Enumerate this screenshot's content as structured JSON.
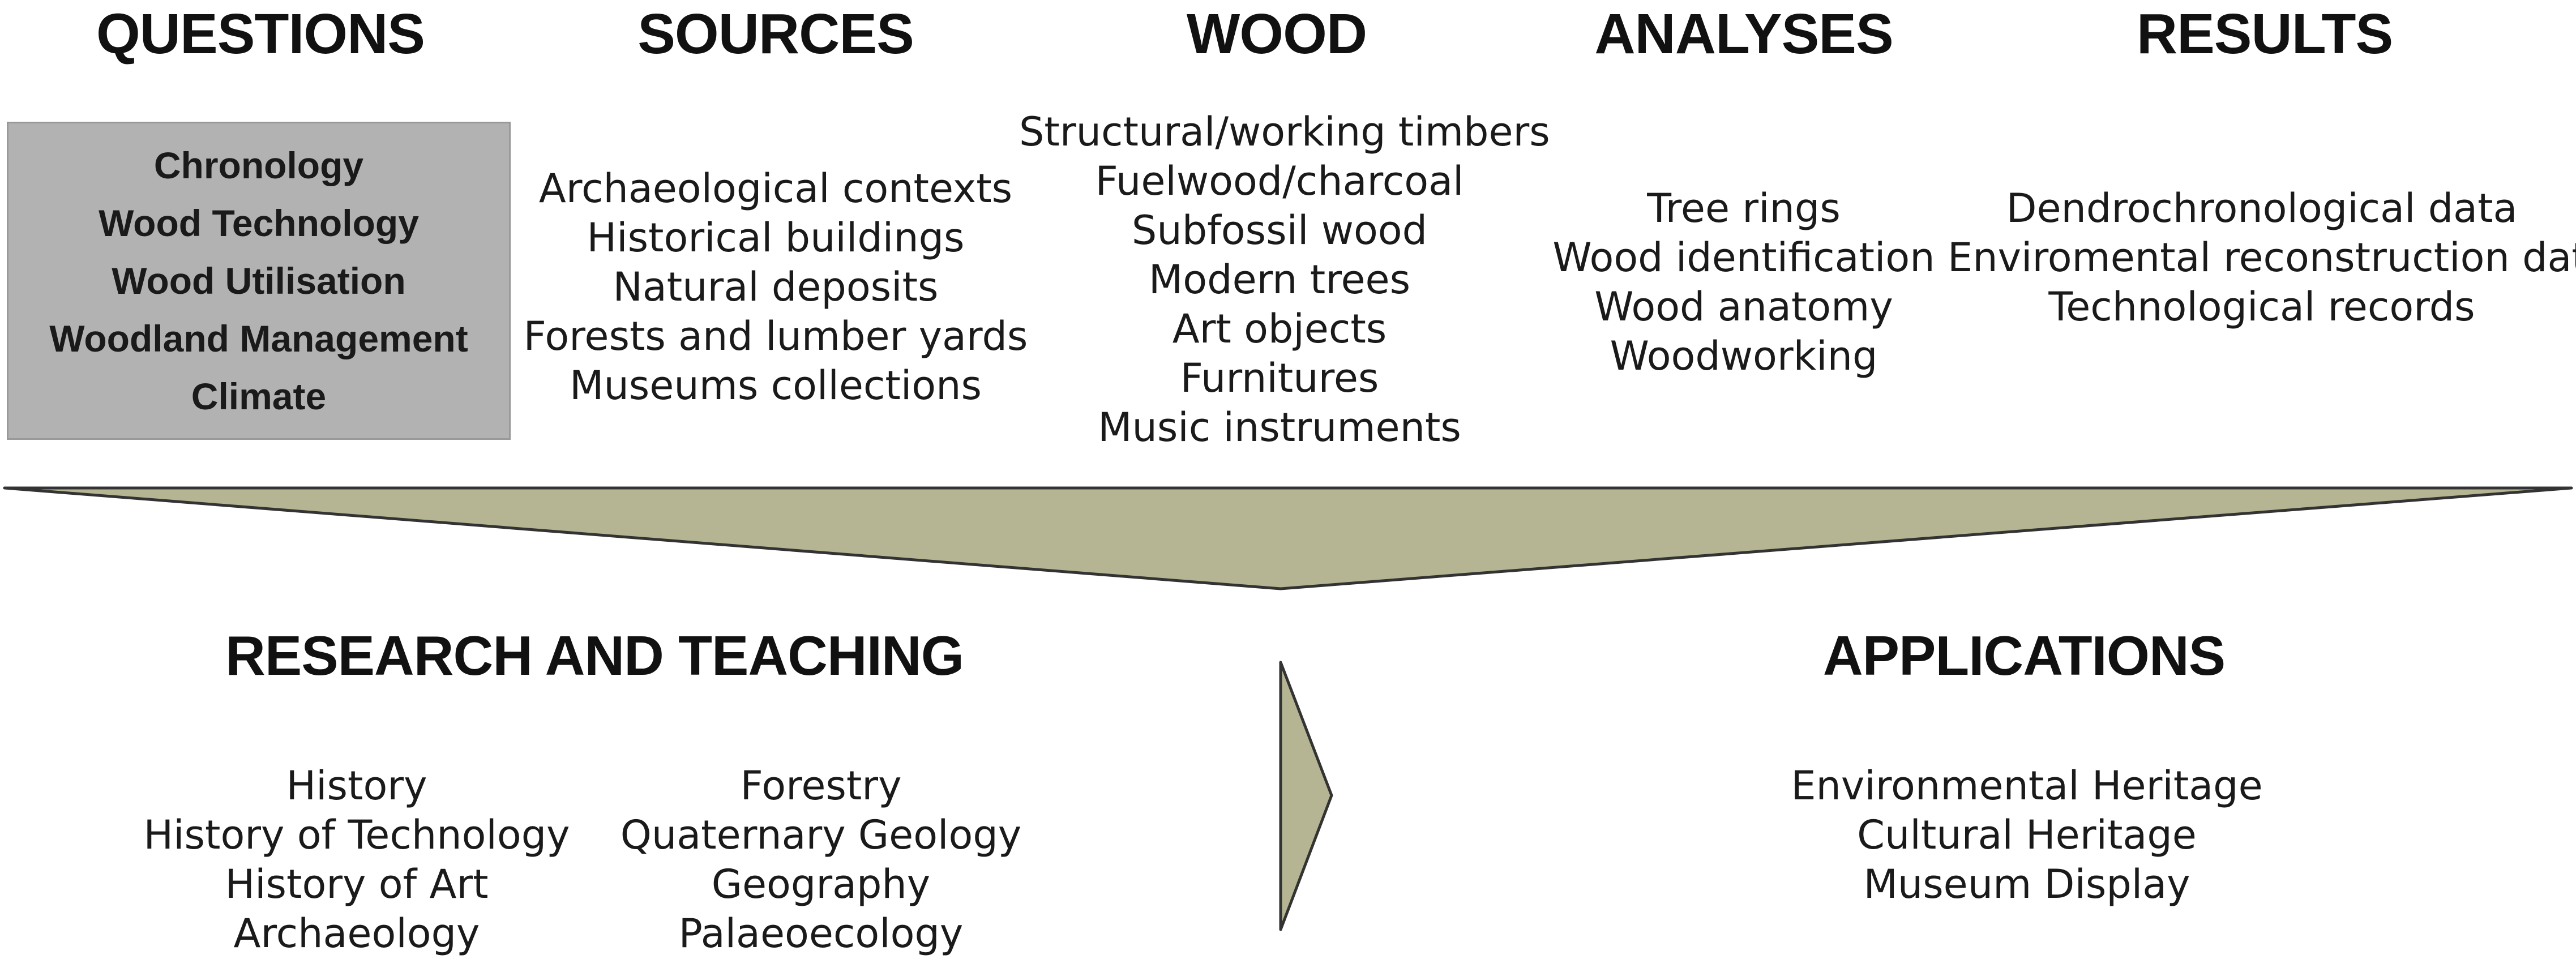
{
  "headings": {
    "questions": "QUESTIONS",
    "sources": "SOURCES",
    "wood": "WOOD",
    "analyses": "ANALYSES",
    "results": "RESULTS",
    "research_teaching": "RESEARCH AND TEACHING",
    "applications": "APPLICATIONS"
  },
  "questions": [
    "Chronology",
    "Wood Technology",
    "Wood Utilisation",
    "Woodland Management",
    "Climate"
  ],
  "sources": [
    "Archaeological contexts",
    "Historical buildings",
    "Natural deposits",
    "Forests and lumber yards",
    "Museums collections"
  ],
  "wood": [
    "Structural/working timbers",
    "Fuelwood/charcoal",
    "Subfossil wood",
    "Modern trees",
    "Art objects",
    "Furnitures",
    "Music instruments"
  ],
  "analyses": [
    "Tree rings",
    "Wood identification",
    "Wood anatomy",
    "Woodworking"
  ],
  "results": [
    "Dendrochronological data",
    "Enviromental reconstruction data",
    "Technological records"
  ],
  "research_teaching": {
    "left": [
      "History",
      "History of Technology",
      "History of Art",
      "Archaeology"
    ],
    "right": [
      "Forestry",
      "Quaternary Geology",
      "Geography",
      "Palaeoecology"
    ]
  },
  "applications": [
    "Environmental Heritage",
    "Cultural Heritage",
    "Museum Display"
  ],
  "colors": {
    "arrow_fill": "#b5b593",
    "arrow_stroke": "#333333",
    "questions_box": "#b2b2b2"
  }
}
